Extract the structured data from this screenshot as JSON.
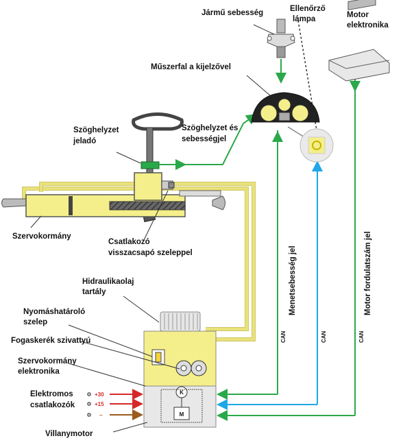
{
  "labels": {
    "vehicle_speed": "Jármű sebesség",
    "check_lamp_1": "Ellenőrző",
    "check_lamp_2": "lámpa",
    "motor_el_1": "Motor",
    "motor_el_2": "elektronika",
    "dashboard": "Műszerfal a kijelzővel",
    "angle_sensor_1": "Szöghelyzet",
    "angle_sensor_2": "jeladó",
    "angle_speed_1": "Szöghelyzet és",
    "angle_speed_2": "sebességjel",
    "power_steering": "Szervokormány",
    "valve_1": "Csatlakozó",
    "valve_2": "visszacsapó szeleppel",
    "oil_tank_1": "Hidraulikaolaj",
    "oil_tank_2": "tartály",
    "pressure_valve_1": "Nyomáshatároló",
    "pressure_valve_2": "szelep",
    "gear_pump": "Fogaskerék szivattyú",
    "ps_electronics_1": "Szervokormány",
    "ps_electronics_2": "elektronika",
    "connectors_1": "Elektromos",
    "connectors_2": "csatlakozók",
    "electric_motor": "Villanymotor",
    "speed_signal_vertical": "Menetsebesség jel",
    "rpm_signal_vertical": "Motor fordulatszám jel",
    "can_1": "CAN",
    "can_2": "CAN",
    "can_3": "CAN",
    "pin_30": "+30",
    "pin_15": "+15",
    "pin_minus": "–",
    "motor_k": "K",
    "motor_m": "M"
  },
  "colors": {
    "green": "#2aa84a",
    "cyan": "#1fa7e6",
    "red": "#d62828",
    "brown": "#9a5b1e",
    "yellow": "#f4ef8a",
    "hydraulic": "#e9e27a"
  }
}
